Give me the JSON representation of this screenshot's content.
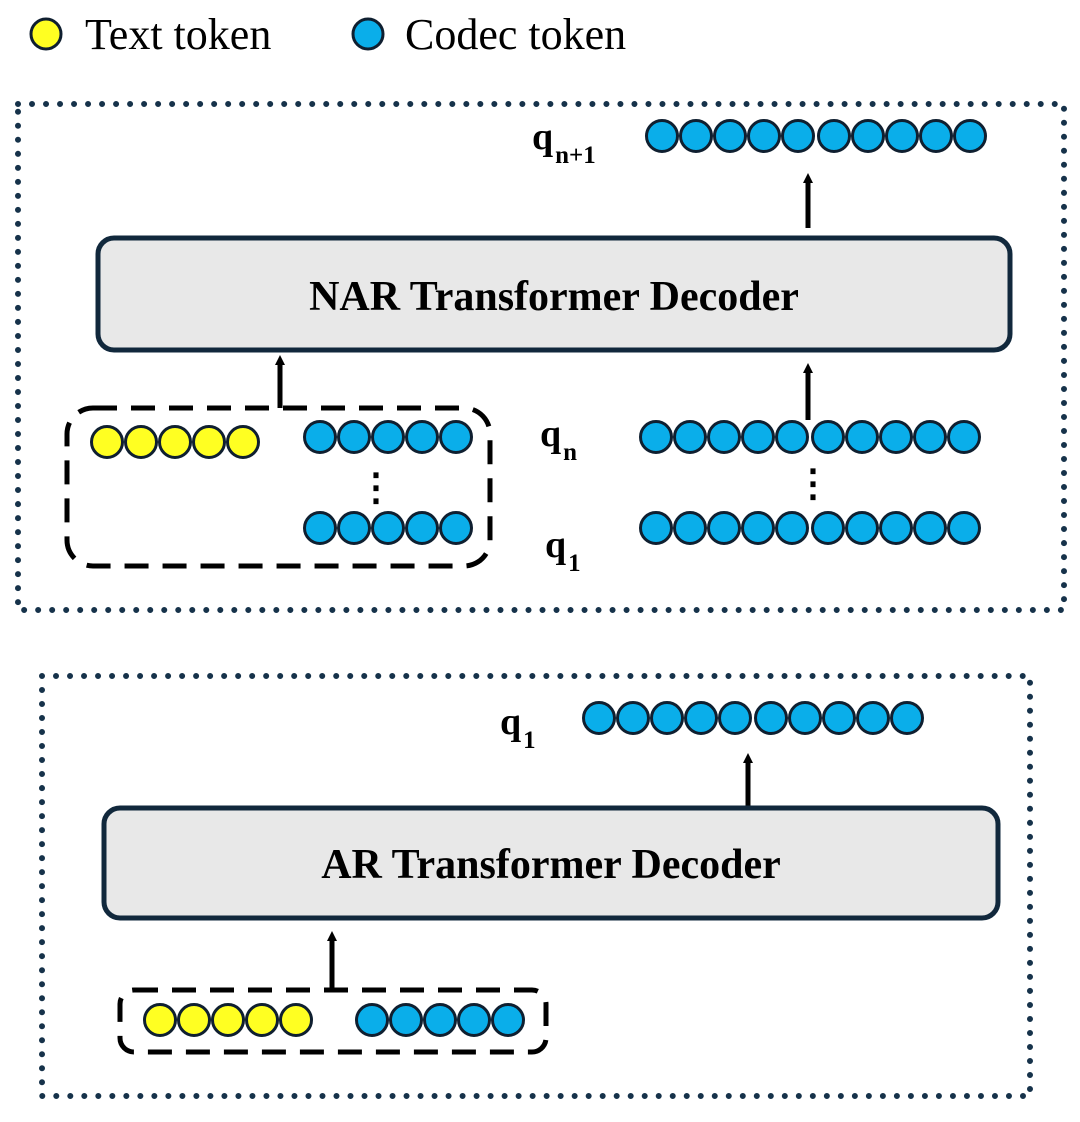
{
  "colors": {
    "text_token": "#ffff22",
    "codec_token": "#0aaeea",
    "token_stroke": "#0f1f30",
    "decoder_fill": "#e8e8e8",
    "decoder_stroke": "#11283c",
    "dotted_border": "#16324a"
  },
  "legend": {
    "text_token_label": "Text token",
    "codec_token_label": "Codec token"
  },
  "nar": {
    "decoder_label": "NAR Transformer Decoder",
    "output_label": {
      "base": "q",
      "sub": "n+1"
    },
    "input_top_label": {
      "base": "q",
      "sub": "n"
    },
    "input_bottom_label": {
      "base": "q",
      "sub": "1"
    },
    "prompt_text_tokens": 5,
    "prompt_codec_tokens_per_row": 5,
    "codec_tokens_per_row": 10,
    "vertical_ellipsis": "⋮"
  },
  "ar": {
    "decoder_label": "AR Transformer Decoder",
    "output_label": {
      "base": "q",
      "sub": "1"
    },
    "prompt_text_tokens": 5,
    "prompt_codec_tokens": 5,
    "output_codec_tokens": 10
  }
}
